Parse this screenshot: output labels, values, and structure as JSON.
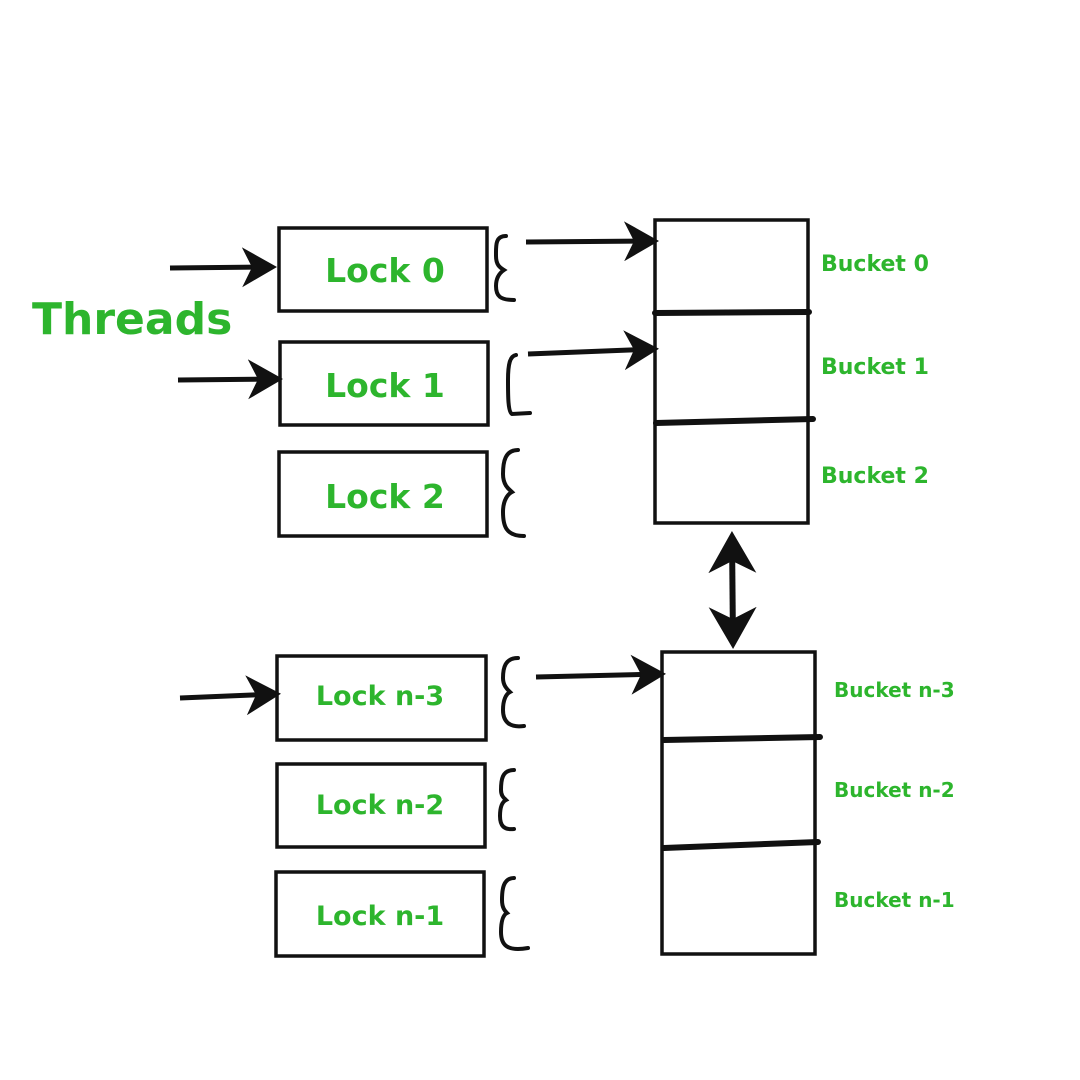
{
  "threads_label": "Threads",
  "locks": [
    {
      "label": "Lock 0"
    },
    {
      "label": "Lock 1"
    },
    {
      "label": "Lock 2"
    },
    {
      "label": "Lock n-3"
    },
    {
      "label": "Lock n-2"
    },
    {
      "label": "Lock n-1"
    }
  ],
  "buckets": [
    {
      "label": "Bucket 0"
    },
    {
      "label": "Bucket 1"
    },
    {
      "label": "Bucket 2"
    },
    {
      "label": "Bucket n-3"
    },
    {
      "label": "Bucket n-2"
    },
    {
      "label": "Bucket n-1"
    }
  ],
  "colors": {
    "label": "#2db52d",
    "stroke": "#111111",
    "background": "#ffffff"
  }
}
